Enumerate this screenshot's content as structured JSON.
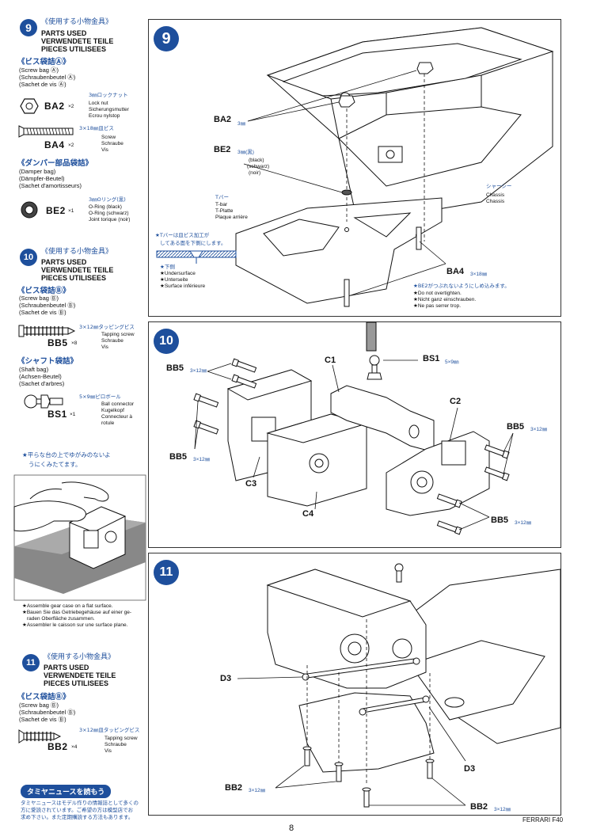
{
  "left_column": {
    "step9": {
      "number": "9",
      "jp_header": "《使用する小物金具》",
      "header_en": "PARTS USED",
      "header_de": "VERWENDETE TEILE",
      "header_fr": "PIECES UTILISEES",
      "bagA_jp": "《ビス袋詰Ⓐ》",
      "bagA_en": "(Screw bag Ⓐ)",
      "bagA_de": "(Schraubenbeutel Ⓐ)",
      "bagA_fr": "(Sachet de vis Ⓐ)",
      "ba2_code": "BA2",
      "ba2_qty": "×2",
      "ba2_jp": "3㎜ロックナット",
      "ba2_en": "Lock nut",
      "ba2_de": "Sicherungsmutter",
      "ba2_fr": "Ecrou nylstop",
      "ba4_code": "BA4",
      "ba4_qty": "×2",
      "ba4_jp": "3×18㎜皿ビス",
      "ba4_en": "Screw",
      "ba4_de": "Schraube",
      "ba4_fr": "Vis",
      "damper_jp": "《ダンパー部品袋詰》",
      "damper_en": "(Damper bag)",
      "damper_de": "(Dämpfer-Beutel)",
      "damper_fr": "(Sachet d'amortisseurs)",
      "be2_code": "BE2",
      "be2_qty": "×1",
      "be2_jp": "3㎜Oリング(黒)",
      "be2_en": "O-Ring (black)",
      "be2_de": "O-Ring (schwarz)",
      "be2_fr": "Joint torique (noir)"
    },
    "step10": {
      "number": "10",
      "jp_header": "《使用する小物金具》",
      "header_en": "PARTS USED",
      "header_de": "VERWENDETE TEILE",
      "header_fr": "PIECES UTILISEES",
      "bagB_jp": "《ビス袋詰Ⓑ》",
      "bagB_en": "(Screw bag Ⓑ)",
      "bagB_de": "(Schraubenbeutel Ⓑ)",
      "bagB_fr": "(Sachet de vis Ⓑ)",
      "bb5_jp": "3×12㎜タッピングビス",
      "bb5_code": "BB5",
      "bb5_qty": "×8",
      "bb5_en": "Tapping screw",
      "bb5_de": "Schraube",
      "bb5_fr": "Vis",
      "shaft_jp": "《シャフト袋詰》",
      "shaft_en": "(Shaft bag)",
      "shaft_de": "(Achsen-Beutel)",
      "shaft_fr": "(Sachet d'arbres)",
      "bs1_jp": "5×9㎜ピロボール",
      "bs1_code": "BS1",
      "bs1_qty": "×1",
      "bs1_en": "Ball connector",
      "bs1_de": "Kugelkopf",
      "bs1_fr1": "Connecteur à",
      "bs1_fr2": "rotule",
      "flat_jp1": "★平らな台の上でゆがみのないよ",
      "flat_jp2": "うにくみたてます。",
      "note_en": "★Assemble gear case on a flat surface.",
      "note_de1": "★Bauen Sie das Getriebegehäuse auf einer ge-",
      "note_de2": "raden Oberfläche zusammen.",
      "note_fr": "★Assembler le caisson sur une surface plane."
    },
    "step11": {
      "number": "11",
      "jp_header": "《使用する小物金具》",
      "header_en": "PARTS USED",
      "header_de": "VERWENDETE TEILE",
      "header_fr": "PIECES UTILISEES",
      "bagB_jp": "《ビス袋詰Ⓑ》",
      "bagB_en": "(Screw bag Ⓑ)",
      "bagB_de": "(Schraubenbeutel Ⓑ)",
      "bagB_fr": "(Sachet de vis Ⓑ)",
      "bb2_jp": "3×12㎜皿タッピングビス",
      "bb2_code": "BB2",
      "bb2_qty": "×4",
      "bb2_en": "Tapping screw",
      "bb2_de": "Schraube",
      "bb2_fr": "Vis"
    },
    "news": {
      "badge": "タミヤニュースを読もう",
      "line1": "タミヤニュースはモデル作りの情報誌として多くの",
      "line2": "方に愛読されています。ご希望の方は模型店でお",
      "line3": "求め下さい。また定期購読する方法もあります。"
    }
  },
  "panel9": {
    "number": "9",
    "ba2_label": "BA2",
    "ba2_dim": "3㎜",
    "be2_label": "BE2",
    "be2_dim": "3㎜(黒)",
    "be2_en": "(black)",
    "be2_de": "(schwarz)",
    "be2_fr": "(noir)",
    "tbar_jp": "Tバー",
    "tbar_en": "T-bar",
    "tbar_de": "T-Platte",
    "tbar_fr": "Plaque arrière",
    "chassis_jp": "シャーシー",
    "chassis_en": "Chassis",
    "chassis_de": "Chassis",
    "tbar_note_jp1": "★Tバーは皿ビス加工が",
    "tbar_note_jp2": "してある面を下側にします。",
    "under_jp": "★下側",
    "under_en": "★Undersurface",
    "under_de": "★Unterseite",
    "under_fr": "★Surface inférieure",
    "ba4_label": "BA4",
    "ba4_dim": "3×18㎜",
    "be2_note_jp": "★BE2がつぶれないようにしめ込みます。",
    "be2_note_en": "★Do not overtighten.",
    "be2_note_de": "★Nicht ganz einschrauben.",
    "be2_note_fr": "★Ne pas serrer trop."
  },
  "panel10": {
    "number": "10",
    "bb5_label": "BB5",
    "bb5_dim": "3×12㎜",
    "c1": "C1",
    "bs1_label": "BS1",
    "bs1_dim": "5×9㎜",
    "c2": "C2",
    "c3": "C3",
    "c4": "C4"
  },
  "panel11": {
    "number": "11",
    "d3": "D3",
    "bb2_label": "BB2",
    "bb2_dim": "3×12㎜"
  },
  "footer": {
    "model": "FERRARI F40",
    "page": "8"
  }
}
